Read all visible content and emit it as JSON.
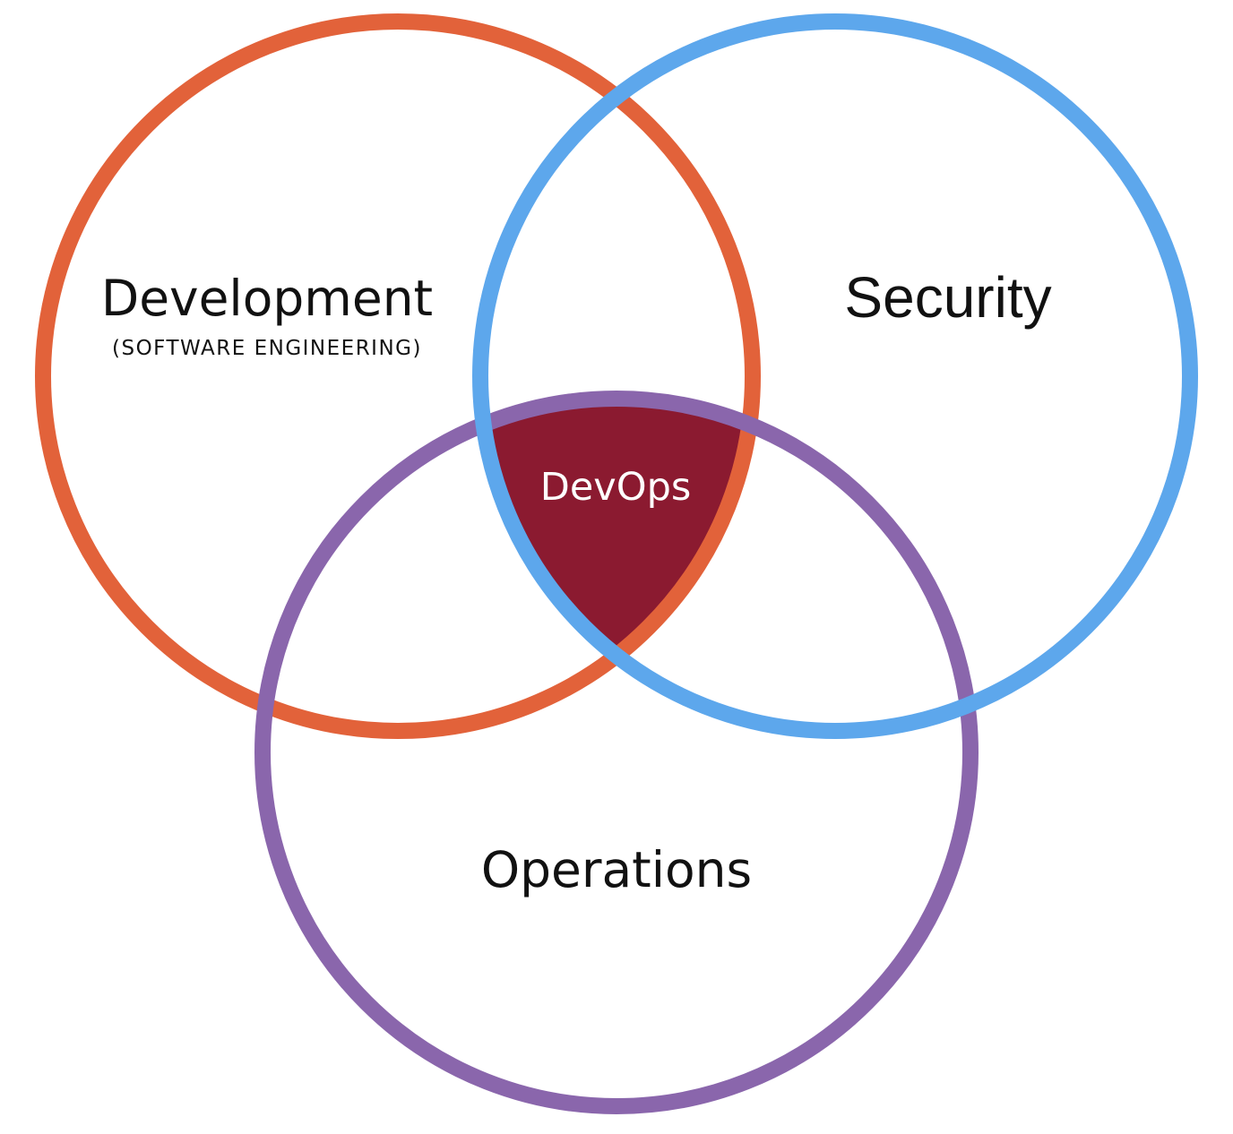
{
  "circles": {
    "development": {
      "label": "Development",
      "sublabel": "(SOFTWARE ENGINEERING)",
      "color": "#E2623A"
    },
    "security": {
      "label": "Security",
      "color": "#5DA7EC"
    },
    "operations": {
      "label": "Operations",
      "color": "#8A66AC"
    }
  },
  "intersection": {
    "label": "DevOps",
    "fill_color": "#8B1A30",
    "text_color": "#FFFFFF"
  },
  "label_color": "#111111"
}
